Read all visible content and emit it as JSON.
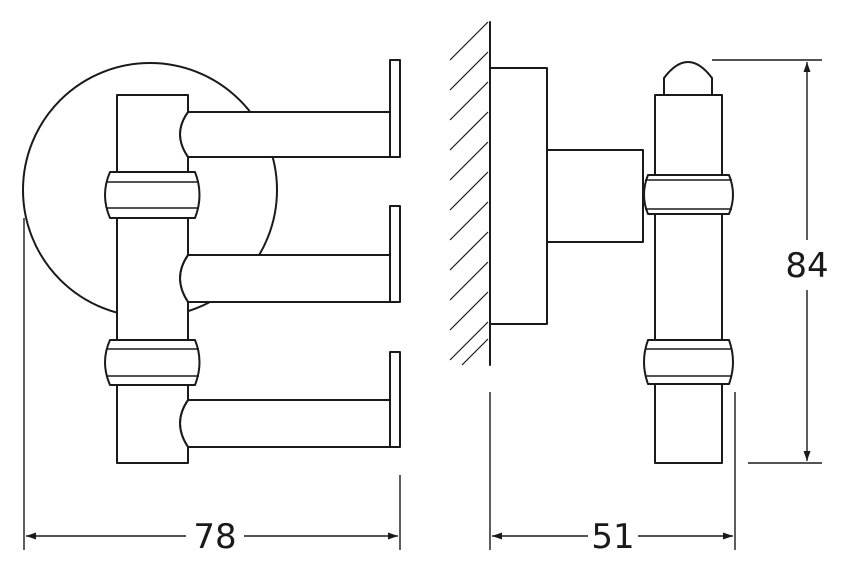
{
  "dimensions": {
    "total_width": "78",
    "depth": "51",
    "height": "84"
  }
}
